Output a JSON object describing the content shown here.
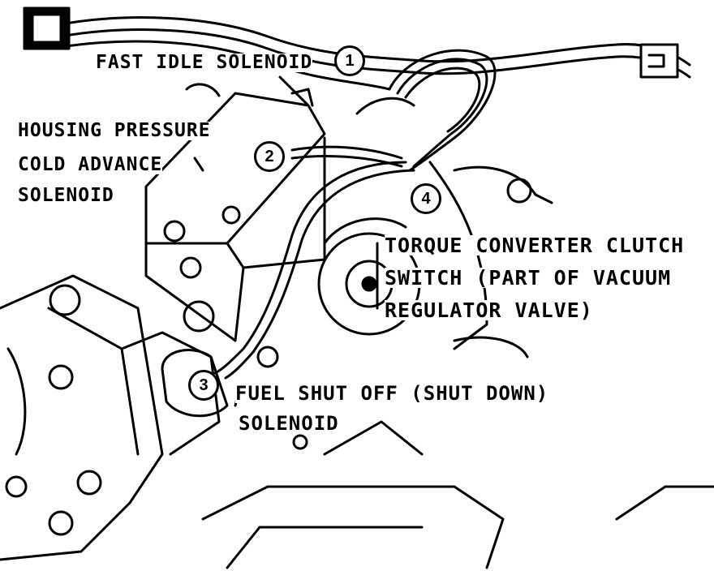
{
  "labels": {
    "fast_idle": "FAST IDLE SOLENOID",
    "housing_1": "HOUSING PRESSURE",
    "housing_2": "COLD ADVANCE",
    "housing_3": "SOLENOID",
    "tcc_1": "TORQUE CONVERTER CLUTCH",
    "tcc_2": "SWITCH  (PART OF VACUUM",
    "tcc_3": "REGULATOR VALVE)",
    "fuel_1": "FUEL SHUT OFF (SHUT DOWN)",
    "fuel_2": "SOLENOID"
  },
  "callouts": {
    "c1": "1",
    "c2": "2",
    "c3": "3",
    "c4": "4"
  }
}
